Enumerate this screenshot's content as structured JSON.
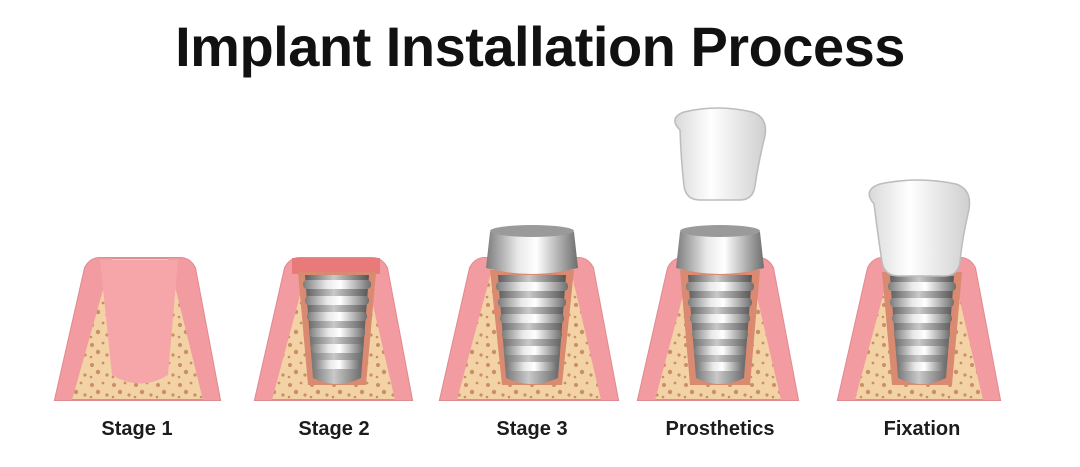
{
  "title": "Implant Installation Process",
  "stages": [
    {
      "label": "Stage 1"
    },
    {
      "label": "Stage 2"
    },
    {
      "label": "Stage 3"
    },
    {
      "label": "Prosthetics"
    },
    {
      "label": "Fixation"
    }
  ],
  "colors": {
    "bone": "#f3d2a5",
    "bone_spot": "#c98f66",
    "gum": "#f29ba0",
    "gum_edge": "#d96f7a",
    "socket": "#f6a6a8",
    "metal_light": "#e9e9e9",
    "metal_dark": "#7c7c7c",
    "crown": "#ffffff",
    "crown_shade": "#dcdcdc"
  },
  "icons": [
    "bone-section",
    "implant-screw",
    "abutment",
    "crown"
  ]
}
